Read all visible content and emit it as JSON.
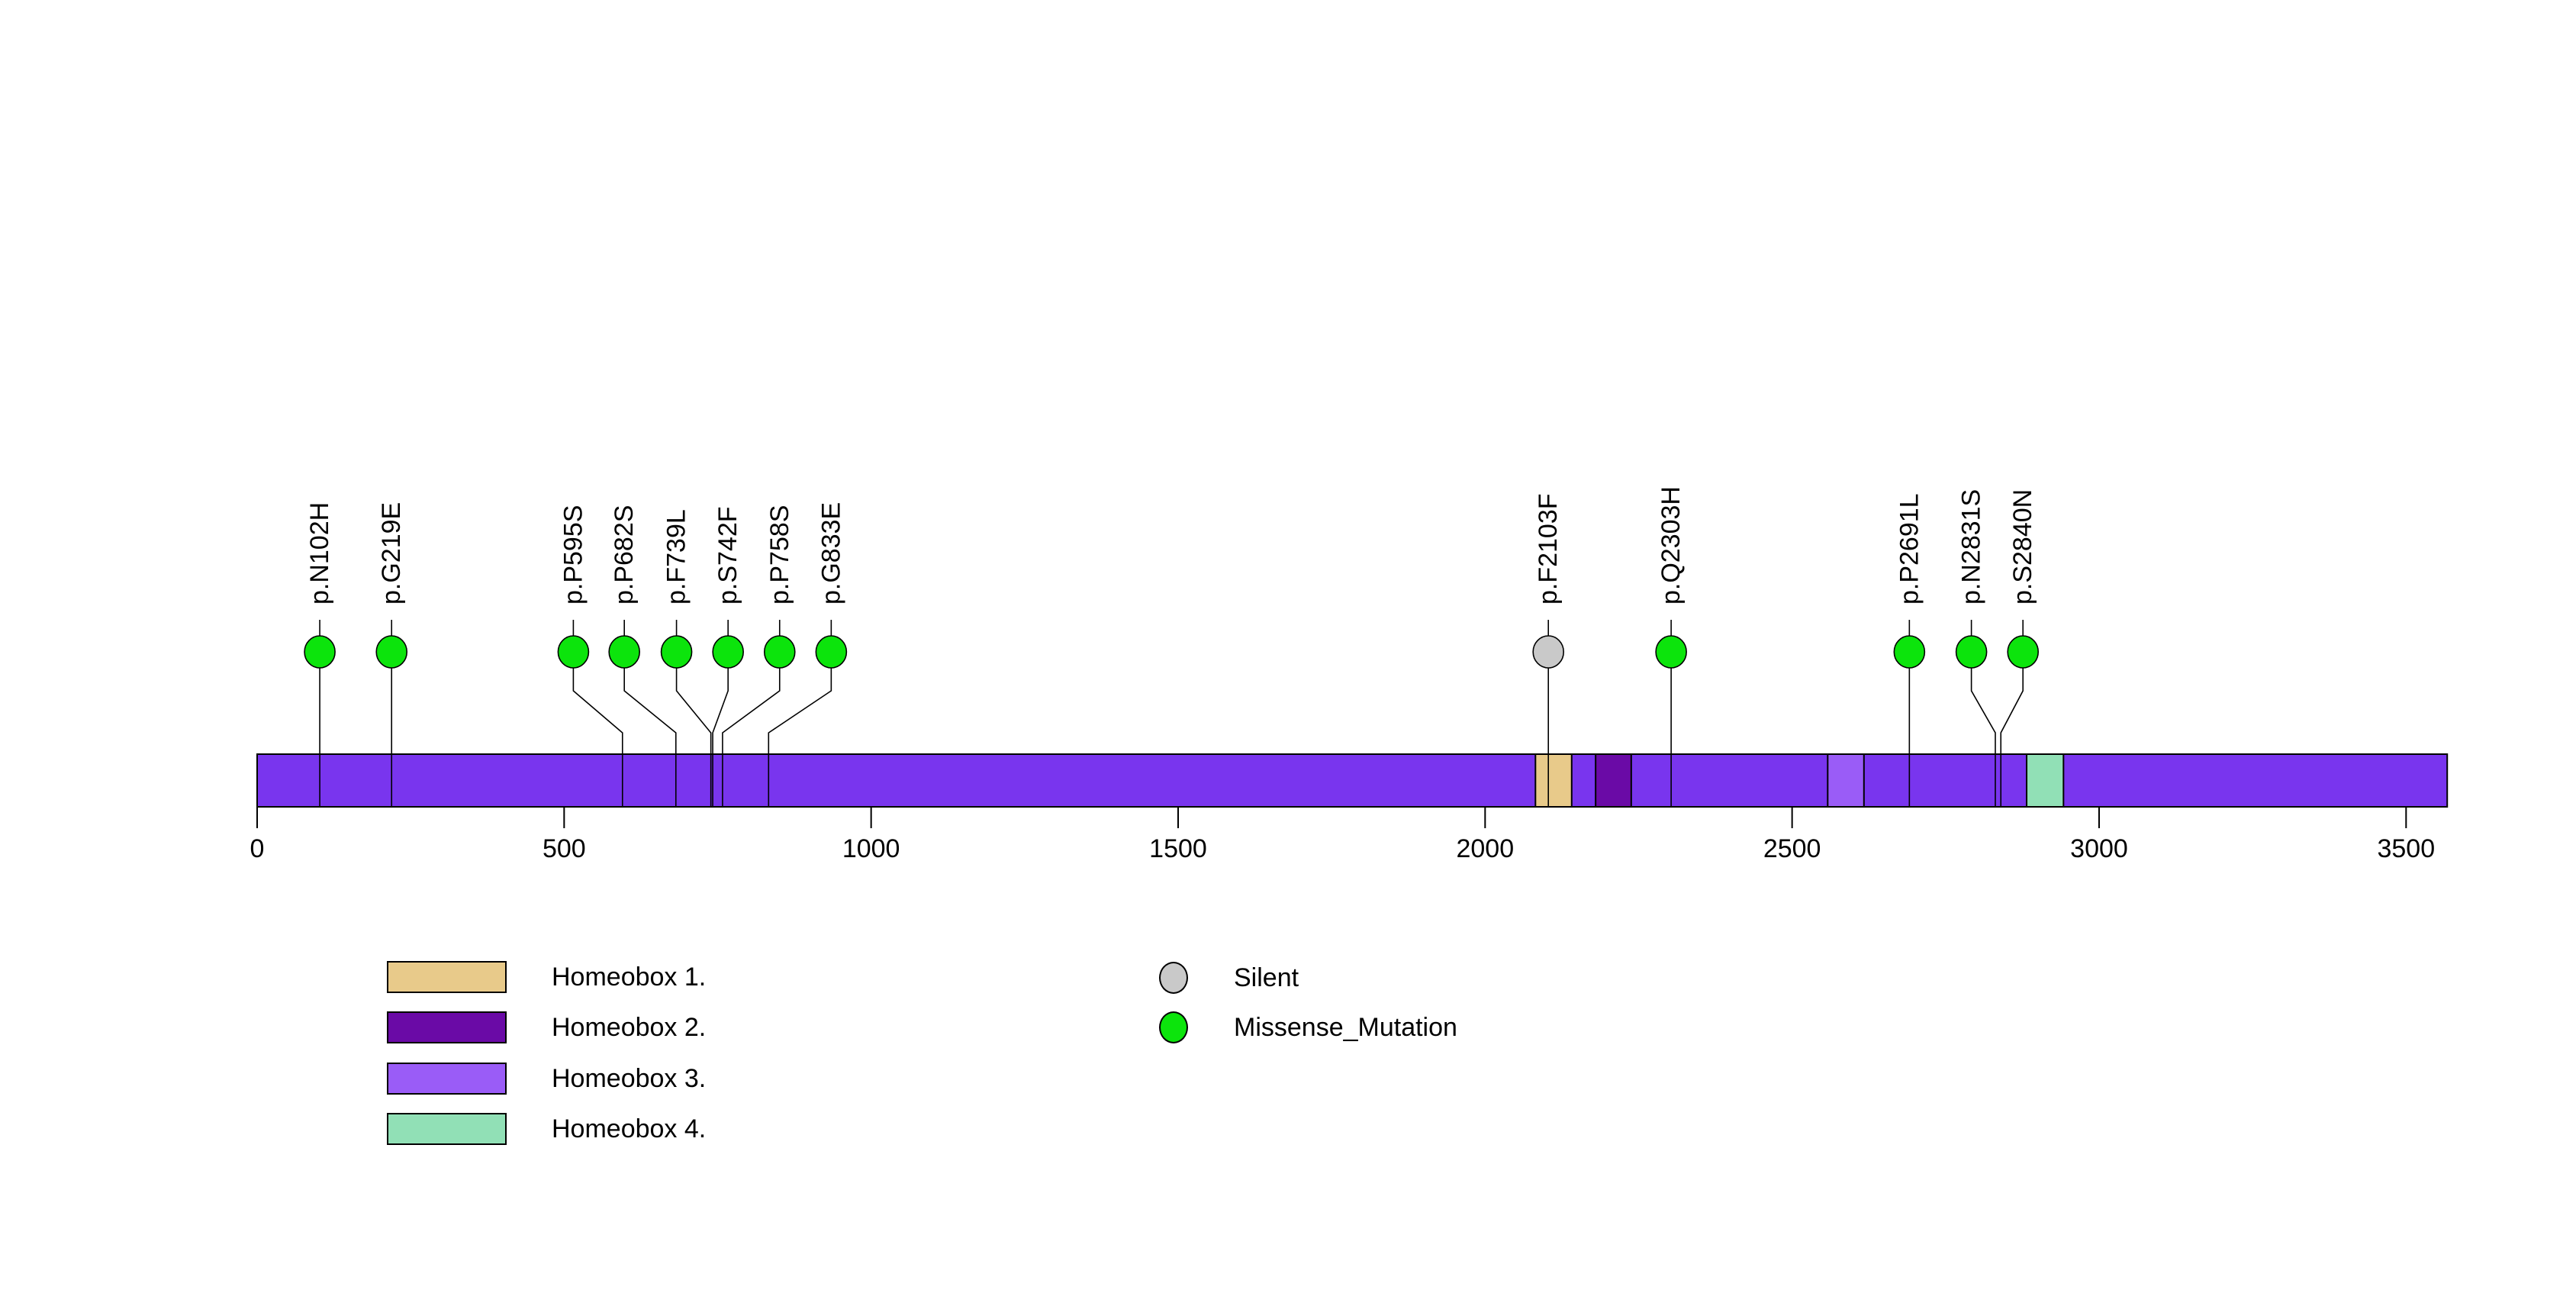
{
  "figure": {
    "background_color": "#FFFFFF",
    "title": ""
  },
  "chart_data": {
    "type": "lollipop",
    "title": "",
    "xlabel": "",
    "ylabel": "",
    "protein": {
      "length": 3567,
      "backbone_color": "#7935EE",
      "outline_color": "#000000"
    },
    "xaxis": {
      "range": [
        0,
        3567
      ],
      "ticks": [
        0,
        500,
        1000,
        1500,
        2000,
        2500,
        3000,
        3500
      ],
      "tick_labels": [
        "0",
        "500",
        "1000",
        "1500",
        "2000",
        "2500",
        "3000",
        "3500"
      ]
    },
    "domains": [
      {
        "label": "Homeobox 1.",
        "start": 2082,
        "end": 2141,
        "color": "#E8CA8A"
      },
      {
        "label": "Homeobox 2.",
        "start": 2180,
        "end": 2238,
        "color": "#6A0AA6"
      },
      {
        "label": "Homeobox 3.",
        "start": 2558,
        "end": 2617,
        "color": "#9A5CF7"
      },
      {
        "label": "Homeobox 4.",
        "start": 2882,
        "end": 2942,
        "color": "#91E0B6"
      }
    ],
    "mutations": [
      {
        "label": "p.N102H",
        "pos": 102,
        "label_pos": 102,
        "type": "Missense_Mutation"
      },
      {
        "label": "p.G219E",
        "pos": 219,
        "label_pos": 219,
        "type": "Missense_Mutation"
      },
      {
        "label": "p.P595S",
        "pos": 595,
        "label_pos": 515,
        "type": "Missense_Mutation"
      },
      {
        "label": "p.P682S",
        "pos": 682,
        "label_pos": 598,
        "type": "Missense_Mutation"
      },
      {
        "label": "p.F739L",
        "pos": 739,
        "label_pos": 683,
        "type": "Missense_Mutation"
      },
      {
        "label": "p.S742F",
        "pos": 742,
        "label_pos": 767,
        "type": "Missense_Mutation"
      },
      {
        "label": "p.P758S",
        "pos": 758,
        "label_pos": 851,
        "type": "Missense_Mutation"
      },
      {
        "label": "p.G833E",
        "pos": 833,
        "label_pos": 935,
        "type": "Missense_Mutation"
      },
      {
        "label": "p.F2103F",
        "pos": 2103,
        "label_pos": 2103,
        "type": "Silent"
      },
      {
        "label": "p.Q2303H",
        "pos": 2303,
        "label_pos": 2303,
        "type": "Missense_Mutation"
      },
      {
        "label": "p.P2691L",
        "pos": 2691,
        "label_pos": 2691,
        "type": "Missense_Mutation"
      },
      {
        "label": "p.N2831S",
        "pos": 2831,
        "label_pos": 2792,
        "type": "Missense_Mutation"
      },
      {
        "label": "p.S2840N",
        "pos": 2840,
        "label_pos": 2876,
        "type": "Missense_Mutation"
      }
    ],
    "mutation_types": [
      {
        "label": "Silent",
        "color": "#C9C9C9"
      },
      {
        "label": "Missense_Mutation",
        "color": "#0CE40C"
      }
    ],
    "legend_position": "bottom",
    "grid": false
  }
}
